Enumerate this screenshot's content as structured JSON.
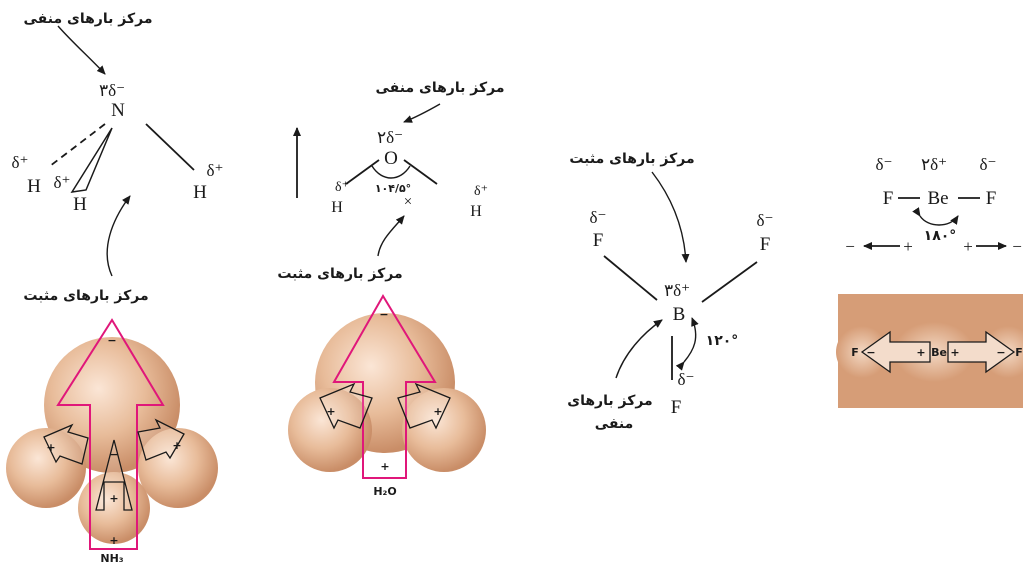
{
  "labels": {
    "neg_center": "مرکز بارهای منفی",
    "pos_center": "مرکز بارهای مثبت",
    "neg_center_line1": "مرکز بارهای",
    "neg_center_line2": "منفی"
  },
  "nh3": {
    "n_charge": "۳δ⁻",
    "n": "N",
    "h": "H",
    "h_charge": "δ⁺",
    "formula": "NH₃",
    "plus": "+",
    "minus": "−"
  },
  "h2o": {
    "o_charge": "۲δ⁻",
    "o": "O",
    "h": "H",
    "h_charge": "δ⁺",
    "angle": "۱۰۴/۵°",
    "center_mark": "×",
    "formula": "H₂O",
    "plus": "+",
    "minus": "−"
  },
  "bf3": {
    "b_charge": "۳δ⁺",
    "b": "B",
    "f": "F",
    "f_charge": "δ⁻",
    "angle": "۱۲۰°"
  },
  "bef2": {
    "be_charge": "۲δ⁺",
    "be": "Be",
    "f": "F",
    "f_charge": "δ⁻",
    "angle": "۱۸۰°",
    "plus": "+",
    "minus": "−"
  },
  "colors": {
    "sphere": "#e3b592",
    "sphere_dark": "#c98d67",
    "panel": "#d69d77",
    "pink": "#e0177a",
    "ink": "#1a1a1a"
  }
}
